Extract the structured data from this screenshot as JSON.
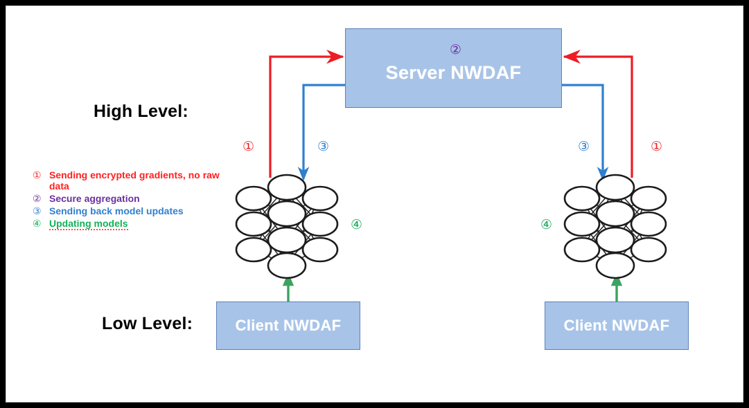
{
  "diagram": {
    "title_high": "High Level:",
    "title_low": "Low Level:",
    "server": {
      "label": "Server NWDAF",
      "marker": "②"
    },
    "clients": [
      {
        "label": "Client NWDAF",
        "marker": "④"
      },
      {
        "label": "Client NWDAF",
        "marker": "④"
      }
    ],
    "flow_markers": {
      "left_up": "①",
      "left_down": "③",
      "right_down": "③",
      "right_up": "①"
    },
    "legend": [
      {
        "marker": "①",
        "text": "Sending encrypted gradients, no raw data",
        "color": "#ff2020"
      },
      {
        "marker": "②",
        "text": "Secure aggregation",
        "color": "#6b2fa0"
      },
      {
        "marker": "③",
        "text": "Sending back model updates",
        "color": "#2f7fd0"
      },
      {
        "marker": "④",
        "text": "Updating models",
        "color": "#12b05a"
      }
    ],
    "colors": {
      "box_fill": "#a7c3e8",
      "box_border": "#5b82b8",
      "arrow_red": "#ee1c24",
      "arrow_blue": "#2f7fd0",
      "arrow_green": "#3aa45f",
      "frame": "#000000"
    },
    "network": {
      "layers": [
        3,
        4,
        3
      ],
      "node_shape": "ellipse"
    }
  }
}
